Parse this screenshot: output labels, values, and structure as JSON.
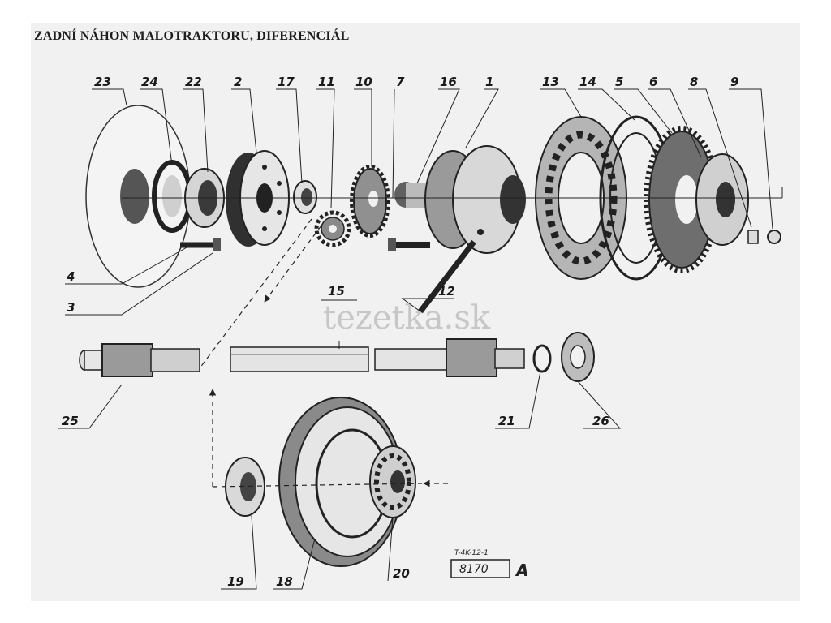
{
  "title": "ZADNÍ NÁHON MALOTRAKTORU, DIFERENCIÁL",
  "watermark": "tezetka.sk",
  "drawing_code": "T-4K-12-1",
  "part_number": "8170",
  "revision": "A",
  "colors": {
    "ink": "#1a1a1a",
    "paper": "#f1f1f1",
    "watermark": "#b9b9b9"
  },
  "callouts": {
    "p23": "23",
    "p24": "24",
    "p22": "22",
    "p2": "2",
    "p17": "17",
    "p11": "11",
    "p10": "10",
    "p7": "7",
    "p16": "16",
    "p1": "1",
    "p13": "13",
    "p14": "14",
    "p5": "5",
    "p6": "6",
    "p8": "8",
    "p9": "9",
    "p4": "4",
    "p3": "3",
    "p12": "12",
    "p15": "15",
    "p25": "25",
    "p21": "21",
    "p26": "26",
    "p19": "19",
    "p18": "18",
    "p20": "20"
  }
}
